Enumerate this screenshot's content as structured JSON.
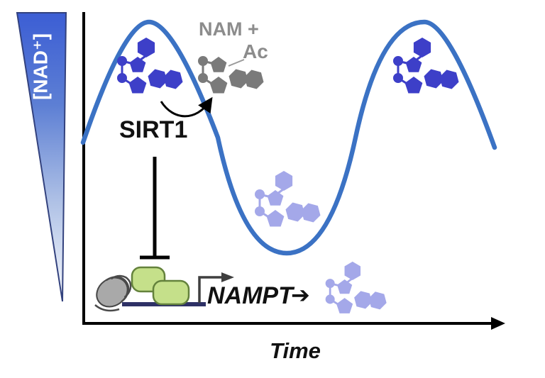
{
  "figure": {
    "y_axis_label": "[NAD⁺]",
    "x_axis_label": "Time",
    "enzyme_label": "SIRT1",
    "products_label_line1": "NAM +",
    "products_label_line2": "Ac",
    "gene_label": "NAMPT",
    "gene_product_arrow": "➔",
    "wave": {
      "type": "sine",
      "cycles": 1.5,
      "description": "Oscillation of NAD+ level over time: high at peaks (blue NAD+ molecule), low at trough (faded NAD+ molecule)"
    },
    "icons": {
      "nad_molecule_icon": "blue hexagon/pentagon NAD+ structure at wave peaks",
      "nad_faded_molecule_icon": "pale periwinkle NAD+ structure at wave trough and as NAMPT product",
      "nam_ac_molecule_icon": "gray cleaved NAM + acetyl product structure",
      "reaction_arrow_icon": "curved black arrow from SIRT1 toward NAM + Ac",
      "inhibition_tbar_icon": "black T-bar repression symbol from SIRT1 onto NAMPT promoter",
      "nucleosome_icon": "tilted gray histone disc with wrapped DNA",
      "transcription_factor_icons": "two green rounded complexes on promoter DNA",
      "transcription_start_arrow_icon": "dark elbow arrow at transcription start site",
      "nad_gradient_triangle_icon": "blue-to-white inverted gradient wedge for [NAD+] concentration"
    }
  },
  "colors": {
    "wave": "#3b72c4",
    "nad_molecule": "#3d3fc8",
    "nad_faded": "#a4a8e9",
    "nam_gray": "#7a7a7a",
    "label_gray": "#8c8c8c",
    "axis": "#000000",
    "triangle_gradient_top": "#3c5ed4",
    "triangle_gradient_mid": "#8aa4dc",
    "triangle_gradient_bottom": "#f8fafd",
    "triangle_border": "#33427e",
    "tf_green_fill": "#c5e08a",
    "tf_green_stroke": "#64823c",
    "dna_navy": "#2e3166",
    "transcription_arrow": "#3f3f3f",
    "nucleosome_fill": "#a9a9a9",
    "nucleosome_line": "#4a4a4a"
  }
}
